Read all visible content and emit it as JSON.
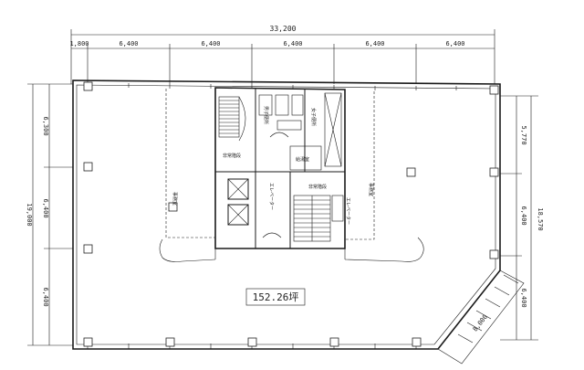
{
  "plan": {
    "overall_width_dim": "33,200",
    "top_bay_dims": [
      "1,800",
      "6,400",
      "6,400",
      "6,400",
      "6,400",
      "6,400"
    ],
    "left_dims": [
      "6,300",
      "6,400",
      "6,400"
    ],
    "left_total_dim": "19,000",
    "right_dims": [
      "5,770",
      "6,400",
      "6,400"
    ],
    "right_total_dim": "18,570",
    "diagonal_dim": "8,000",
    "core_labels": {
      "stair_left": "非常階段",
      "toilet_men": "男子便所",
      "toilet_women": "女子便所",
      "utility": "給湯室",
      "stair_right": "非常階段",
      "elevator_left": "エレベーター",
      "elevator_right": "エレベーター"
    },
    "zone_labels": {
      "left": "事務室",
      "right": "事務室"
    },
    "area_label": "152.26坪"
  }
}
